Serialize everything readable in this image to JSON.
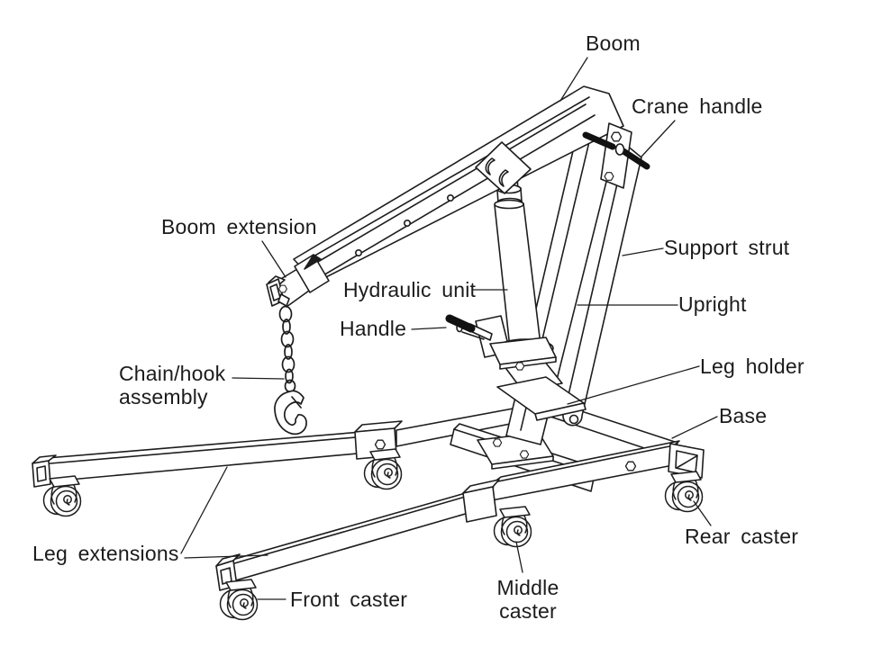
{
  "colors": {
    "line": "#1d1d1d",
    "background": "#ffffff",
    "grip": "#111111"
  },
  "labels": {
    "boom": "Boom",
    "crane_handle": "Crane handle",
    "boom_extension": "Boom extension",
    "support_strut": "Support strut",
    "hydraulic_unit": "Hydraulic unit",
    "upright": "Upright",
    "handle": "Handle",
    "leg_holder": "Leg holder",
    "chain_hook_line1": "Chain/hook",
    "chain_hook_line2": "assembly",
    "base": "Base",
    "rear_caster": "Rear caster",
    "leg_extensions": "Leg extensions",
    "front_caster": "Front caster",
    "middle_caster_line1": "Middle",
    "middle_caster_line2": "caster"
  }
}
